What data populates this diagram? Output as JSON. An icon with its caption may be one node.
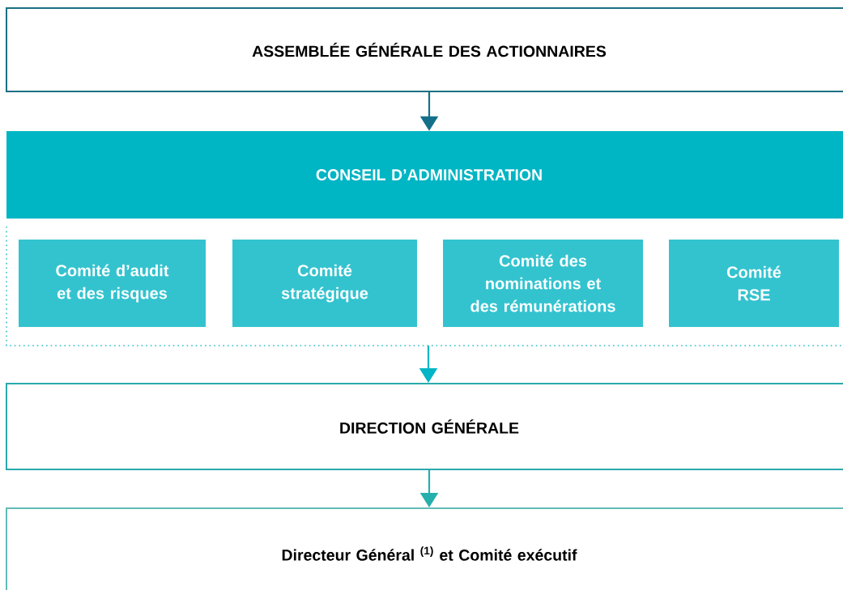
{
  "diagram": {
    "nodes": [
      {
        "text": [
          "ASSEMBLÉE GÉNÉRALE DES ACTIONNAIRES"
        ]
      },
      {
        "text": [
          "CONSEIL D’ADMINISTRATION"
        ]
      },
      {
        "text": [],
        "shape": "box"
      },
      {
        "text": [
          "Comité d’audit et des risques"
        ],
        "in": 2
      },
      {
        "text": [
          "Comité stratégique"
        ],
        "in": 2
      },
      {
        "text": [
          "Comité des nominations et des rémunérations"
        ],
        "in": 2
      },
      {
        "text": [
          "Comité RSE"
        ],
        "in": 2
      },
      {
        "text": [
          "DIRECTION GÉNÉRALE"
        ]
      },
      {
        "text": [
          "Directeur Général $^{(1)}$ et Comité exécutif"
        ]
      }
    ],
    "edges": [
      {
        "from": 0,
        "to": 1,
        "arrow": "to",
        "color": "#14708a"
      },
      {
        "from": 2,
        "to": 7,
        "arrow": "to",
        "color": "#00b5c5"
      },
      {
        "from": 7,
        "to": 8,
        "arrow": "to",
        "color": "#26afad"
      }
    ]
  }
}
